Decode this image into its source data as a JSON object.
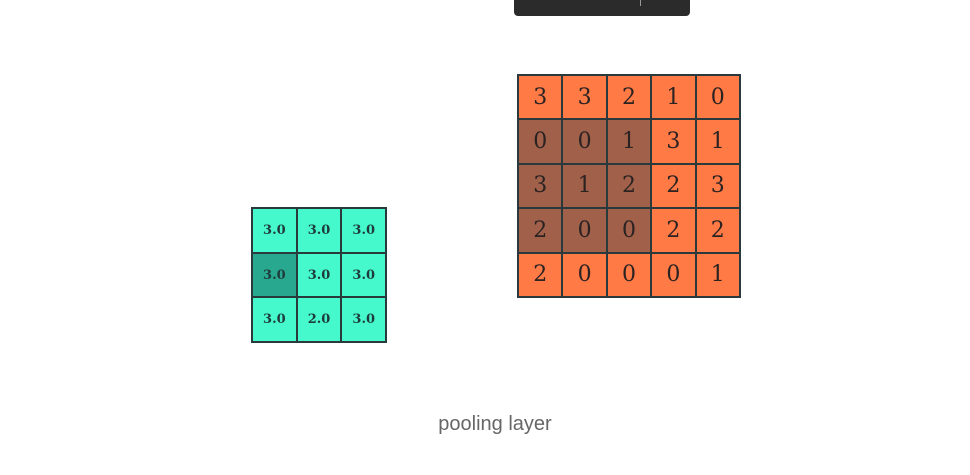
{
  "caption": "pooling layer",
  "colors": {
    "output_cell": "#45f9cc",
    "output_highlight": "#27a88f",
    "input_cell": "#ff7a45",
    "input_highlight": "#a0604a",
    "grid_line": "#2a3a3c"
  },
  "output_grid": {
    "rows": [
      [
        "3.0",
        "3.0",
        "3.0"
      ],
      [
        "3.0",
        "3.0",
        "3.0"
      ],
      [
        "3.0",
        "2.0",
        "3.0"
      ]
    ],
    "highlighted": [
      [
        1,
        0
      ]
    ]
  },
  "input_grid": {
    "rows": [
      [
        "3",
        "3",
        "2",
        "1",
        "0"
      ],
      [
        "0",
        "0",
        "1",
        "3",
        "1"
      ],
      [
        "3",
        "1",
        "2",
        "2",
        "3"
      ],
      [
        "2",
        "0",
        "0",
        "2",
        "2"
      ],
      [
        "2",
        "0",
        "0",
        "0",
        "1"
      ]
    ],
    "highlighted": [
      [
        1,
        0
      ],
      [
        1,
        1
      ],
      [
        1,
        2
      ],
      [
        2,
        0
      ],
      [
        2,
        1
      ],
      [
        2,
        2
      ],
      [
        3,
        0
      ],
      [
        3,
        1
      ],
      [
        3,
        2
      ]
    ]
  }
}
